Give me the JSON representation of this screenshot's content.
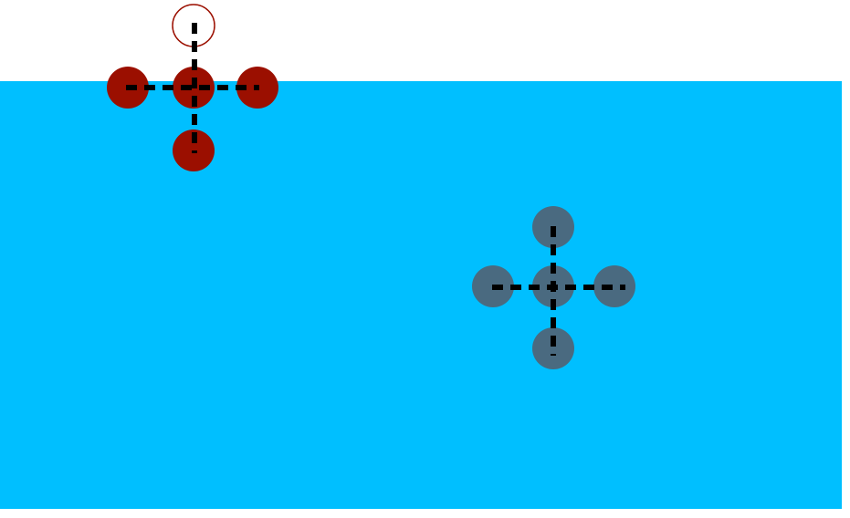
{
  "scene": {
    "background_color": "#ffffff",
    "water_color": "#00bfff",
    "link_color": "#000000"
  },
  "pieces": [
    {
      "name": "red-cross-piece",
      "color": "#9b0f00",
      "nodes": [
        "top-empty",
        "left",
        "center",
        "right",
        "bottom"
      ],
      "empty_outline_color": "#9b0f00"
    },
    {
      "name": "gray-cross-piece",
      "color": "#4a6a80",
      "nodes": [
        "top",
        "left",
        "center",
        "right",
        "bottom"
      ]
    }
  ]
}
